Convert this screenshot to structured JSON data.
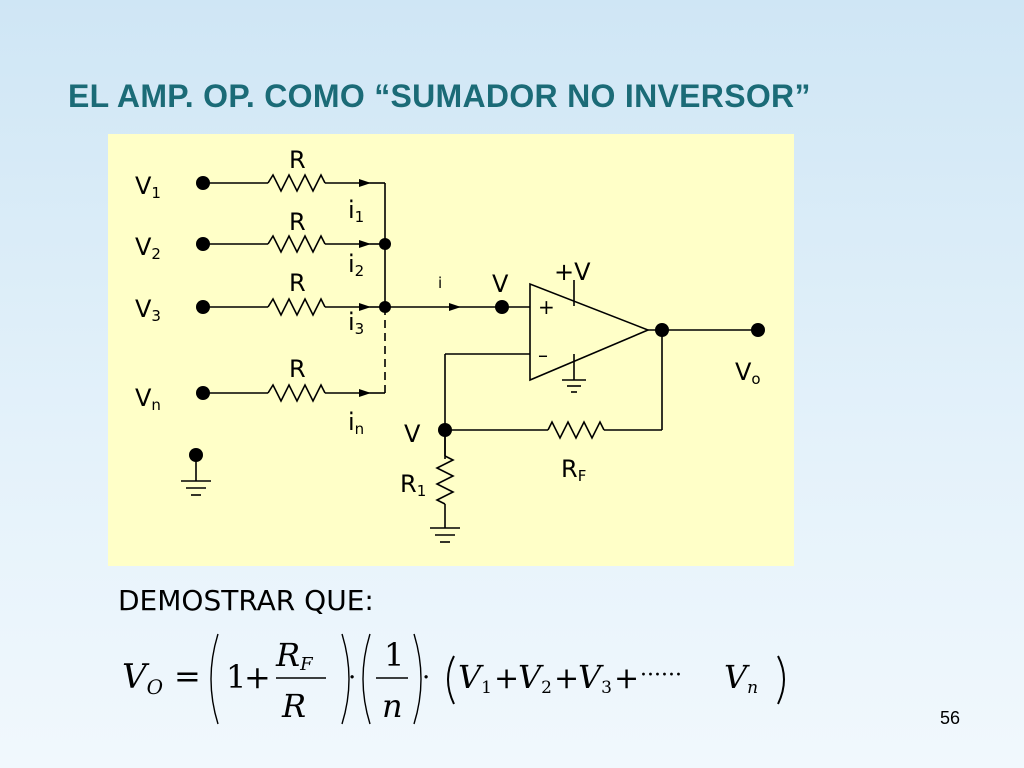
{
  "slide": {
    "title": "EL AMP. OP. COMO “SUMADOR NO INVERSOR”",
    "demonstrate_label": "DEMOSTRAR QUE:",
    "page_number": "56"
  },
  "circuit": {
    "inputs": [
      {
        "name": "V",
        "sub": "1",
        "resistor": "R",
        "current": "i",
        "current_sub": "1"
      },
      {
        "name": "V",
        "sub": "2",
        "resistor": "R",
        "current": "i",
        "current_sub": "2"
      },
      {
        "name": "V",
        "sub": "3",
        "resistor": "R",
        "current": "i",
        "current_sub": "3"
      },
      {
        "name": "V",
        "sub": "n",
        "resistor": "R",
        "current": "i",
        "current_sub": "n"
      }
    ],
    "sum_current": "i",
    "noninv_node": "V",
    "supply": "+V",
    "plus_sign": "+",
    "minus_sign": "–",
    "inv_node": "V",
    "output_name": "V",
    "output_sub": "o",
    "rf_name": "R",
    "rf_sub": "F",
    "r1_name": "R",
    "r1_sub": "1"
  },
  "formula": {
    "lhs": "V",
    "lhs_sub": "O",
    "equals": "=",
    "one": "1",
    "plus": "+",
    "rf_num": "R",
    "rf_num_sub": "F",
    "rf_den": "R",
    "dot": "·",
    "one_num": "1",
    "n_den": "n",
    "terms": [
      {
        "v": "V",
        "sub": "1"
      },
      {
        "v": "V",
        "sub": "2"
      },
      {
        "v": "V",
        "sub": "3"
      },
      {
        "v": "V",
        "sub": "n"
      }
    ],
    "ellipsis": "······"
  },
  "colors": {
    "title": "#1b6b77",
    "panel": "#ffffc8",
    "ink": "#000000"
  }
}
